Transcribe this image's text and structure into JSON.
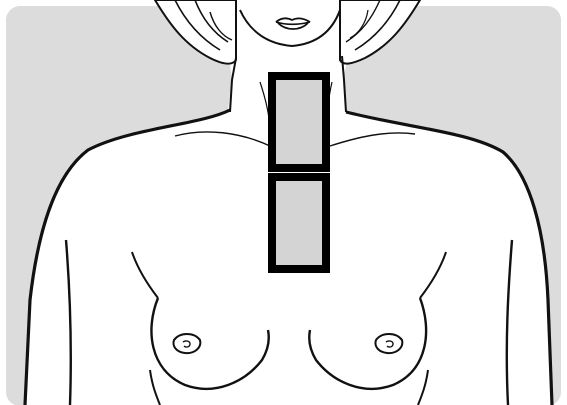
{
  "figure": {
    "subject": "female-torso-line-drawing",
    "colors": {
      "panel_background": "#dcdcdc",
      "body_fill": "#ffffff",
      "outline": "#111111",
      "pad_fill": "#d4d4d4",
      "pad_border": "#000000"
    },
    "pads": [
      {
        "name": "upper-electrode-pad"
      },
      {
        "name": "lower-electrode-pad"
      }
    ]
  }
}
